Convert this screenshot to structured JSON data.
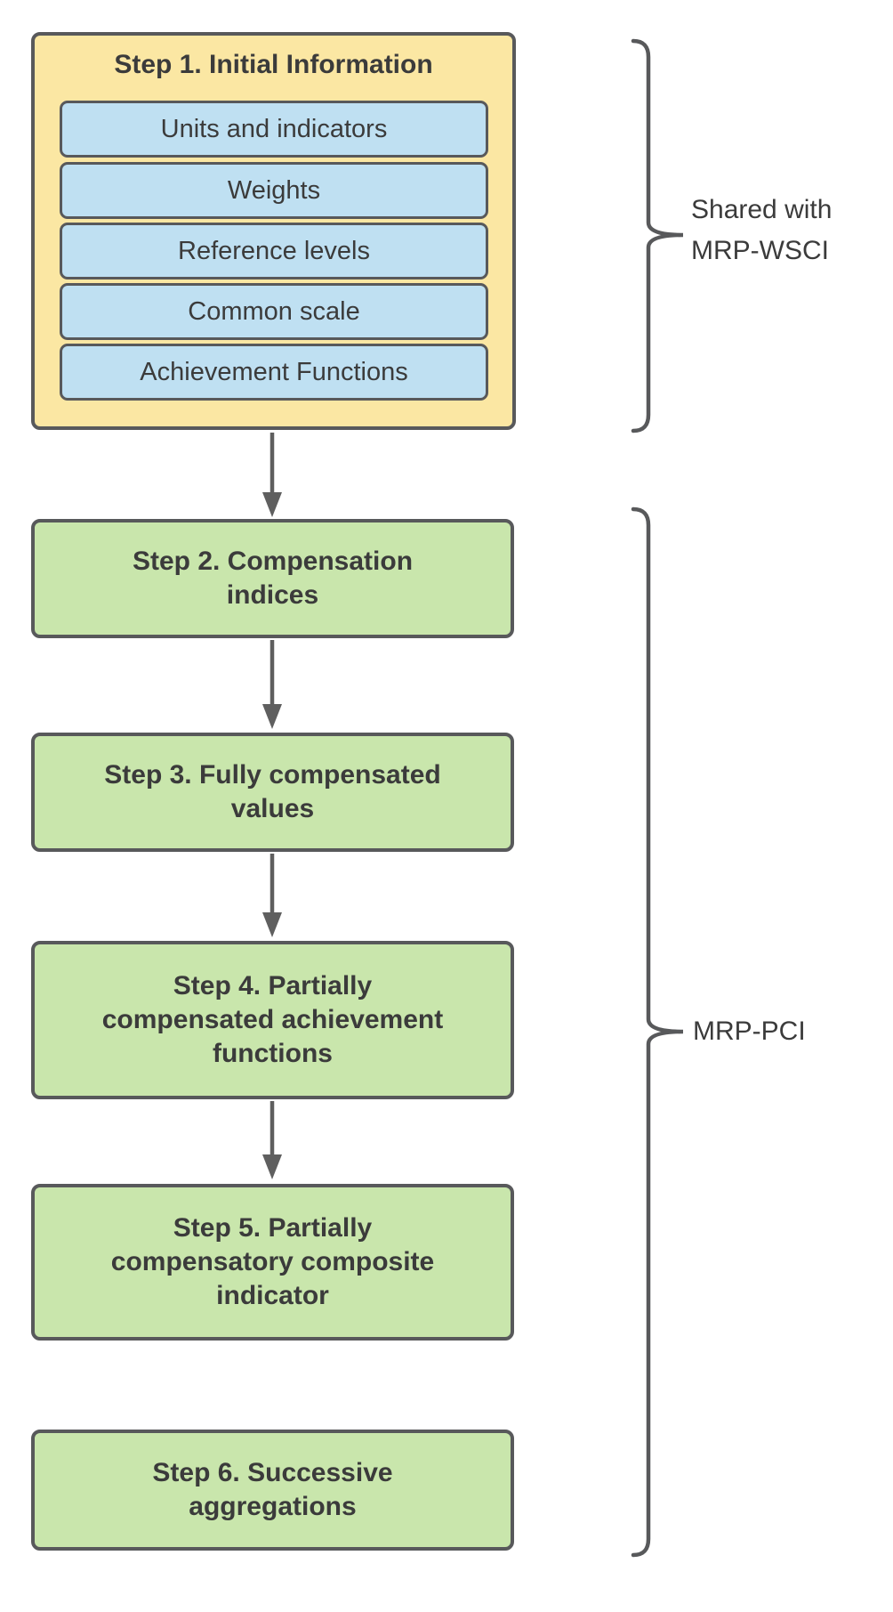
{
  "colors": {
    "yellow_fill": "#FBE7A3",
    "blue_fill": "#BFE0F2",
    "green_fill": "#C9E6AC",
    "border_gray": "#58595B",
    "arrow_gray": "#5F5F5F",
    "text_dark": "#3B3B3B"
  },
  "step1": {
    "title": "Step 1. Initial Information",
    "items": [
      "Units and indicators",
      "Weights",
      "Reference levels",
      "Common scale",
      "Achievement Functions"
    ]
  },
  "steps": [
    {
      "label": "Step 2. Compensation\nindices"
    },
    {
      "label": "Step 3. Fully compensated\nvalues"
    },
    {
      "label": "Step 4. Partially\ncompensated achievement\nfunctions"
    },
    {
      "label": "Step 5. Partially\ncompensatory composite\nindicator"
    },
    {
      "label": "Step 6. Successive\naggregations"
    }
  ],
  "annotations": [
    {
      "label": "Shared with\nMRP-WSCI"
    },
    {
      "label": "MRP-PCI"
    }
  ]
}
